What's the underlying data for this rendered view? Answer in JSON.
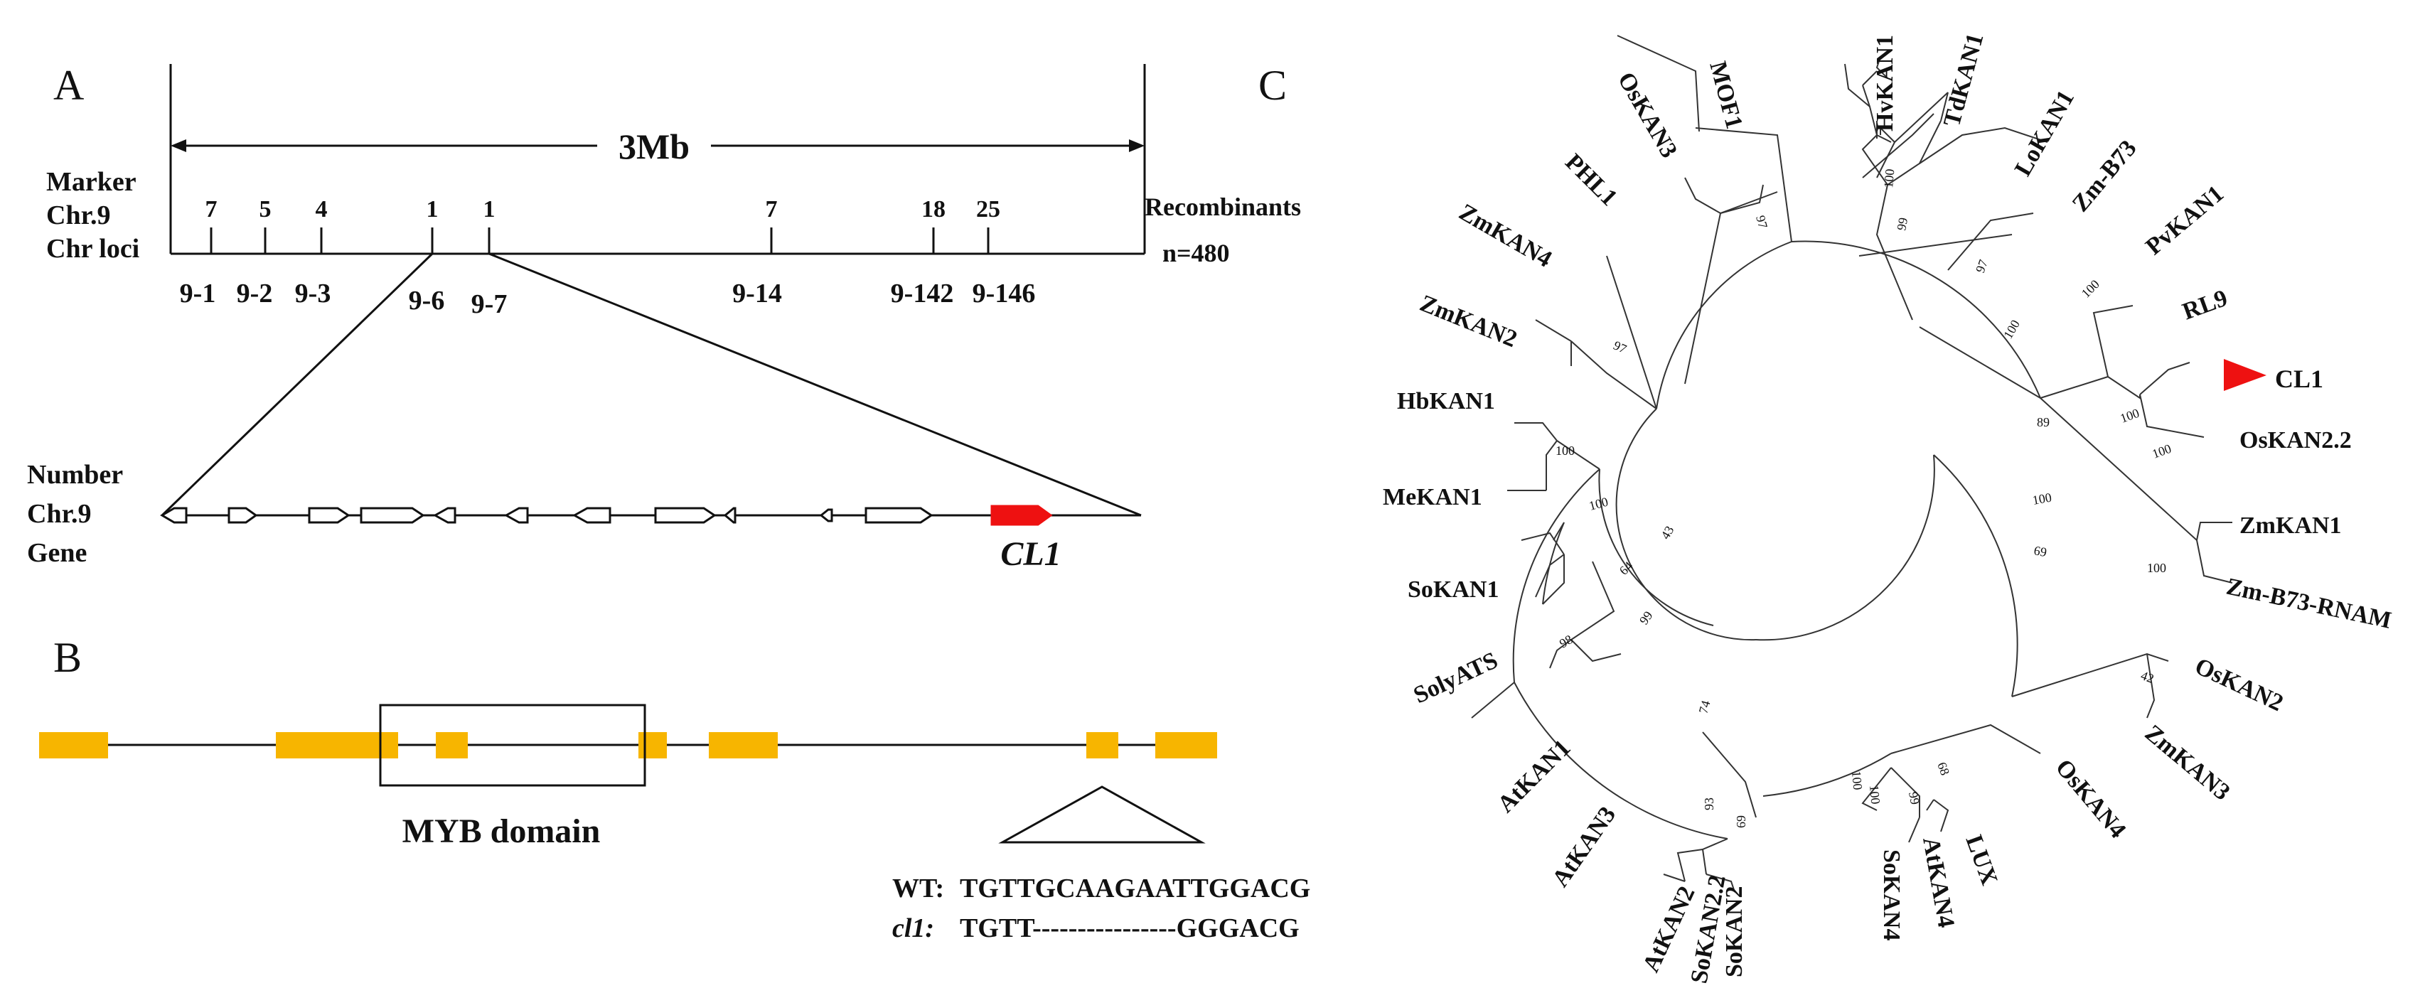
{
  "colors": {
    "exon": "#F7B500",
    "highlight_gene": "#EE1111",
    "marker_triangle": "#EE1111",
    "line": "#111111"
  },
  "panel_a": {
    "label": "A",
    "scale_label": "3Mb",
    "row_labels": [
      "Marker",
      "Chr.9",
      "Chr loci"
    ],
    "recombinants_label": "Recombinants",
    "n_label": "n=480",
    "markers": [
      {
        "name": "9-1",
        "recombinants": "7"
      },
      {
        "name": "9-2",
        "recombinants": "5"
      },
      {
        "name": "9-3",
        "recombinants": "4"
      },
      {
        "name": "9-6",
        "recombinants": "1"
      },
      {
        "name": "9-7",
        "recombinants": "1"
      },
      {
        "name": "9-14",
        "recombinants": "7"
      },
      {
        "name": "9-142",
        "recombinants": "18"
      },
      {
        "name": "9-146",
        "recombinants": "25"
      }
    ],
    "gene_row_labels": [
      "Number",
      "Chr.9",
      "Gene"
    ],
    "target_gene": "CL1"
  },
  "panel_b": {
    "label": "B",
    "domain_label": "MYB domain",
    "wt_label": "WT:",
    "wt_seq": "TGTTGCAAGAATTGGACG",
    "mut_label": "cl1:",
    "mut_seq": "TGTT----------------GGGACG"
  },
  "panel_c": {
    "label": "C",
    "highlight_leaf": "CL1",
    "leaves": [
      "HvKAN1",
      "TdKAN1",
      "LoKAN1",
      "Zm-B73",
      "PvKAN1",
      "RL9",
      "CL1",
      "OsKAN2.2",
      "ZmKAN1",
      "Zm-B73-RNAM",
      "OsKAN2",
      "ZmKAN3",
      "OsKAN4",
      "LUX",
      "AtKAN4",
      "SoKAN4",
      "SoKAN2",
      "SoKAN2.2",
      "AtKAN2",
      "AtKAN3",
      "AtKAN1",
      "SolyATS",
      "SoKAN1",
      "MeKAN1",
      "HbKAN1",
      "ZmKAN2",
      "ZmKAN4",
      "PHL1",
      "OsKAN3",
      "MOF1"
    ],
    "bootstrap": [
      "100",
      "99",
      "97",
      "100",
      "100",
      "100",
      "100",
      "89",
      "100",
      "100",
      "69",
      "42",
      "68",
      "99",
      "100",
      "100",
      "93",
      "69",
      "99",
      "64",
      "98",
      "100",
      "100",
      "97",
      "43",
      "74",
      "97"
    ]
  }
}
